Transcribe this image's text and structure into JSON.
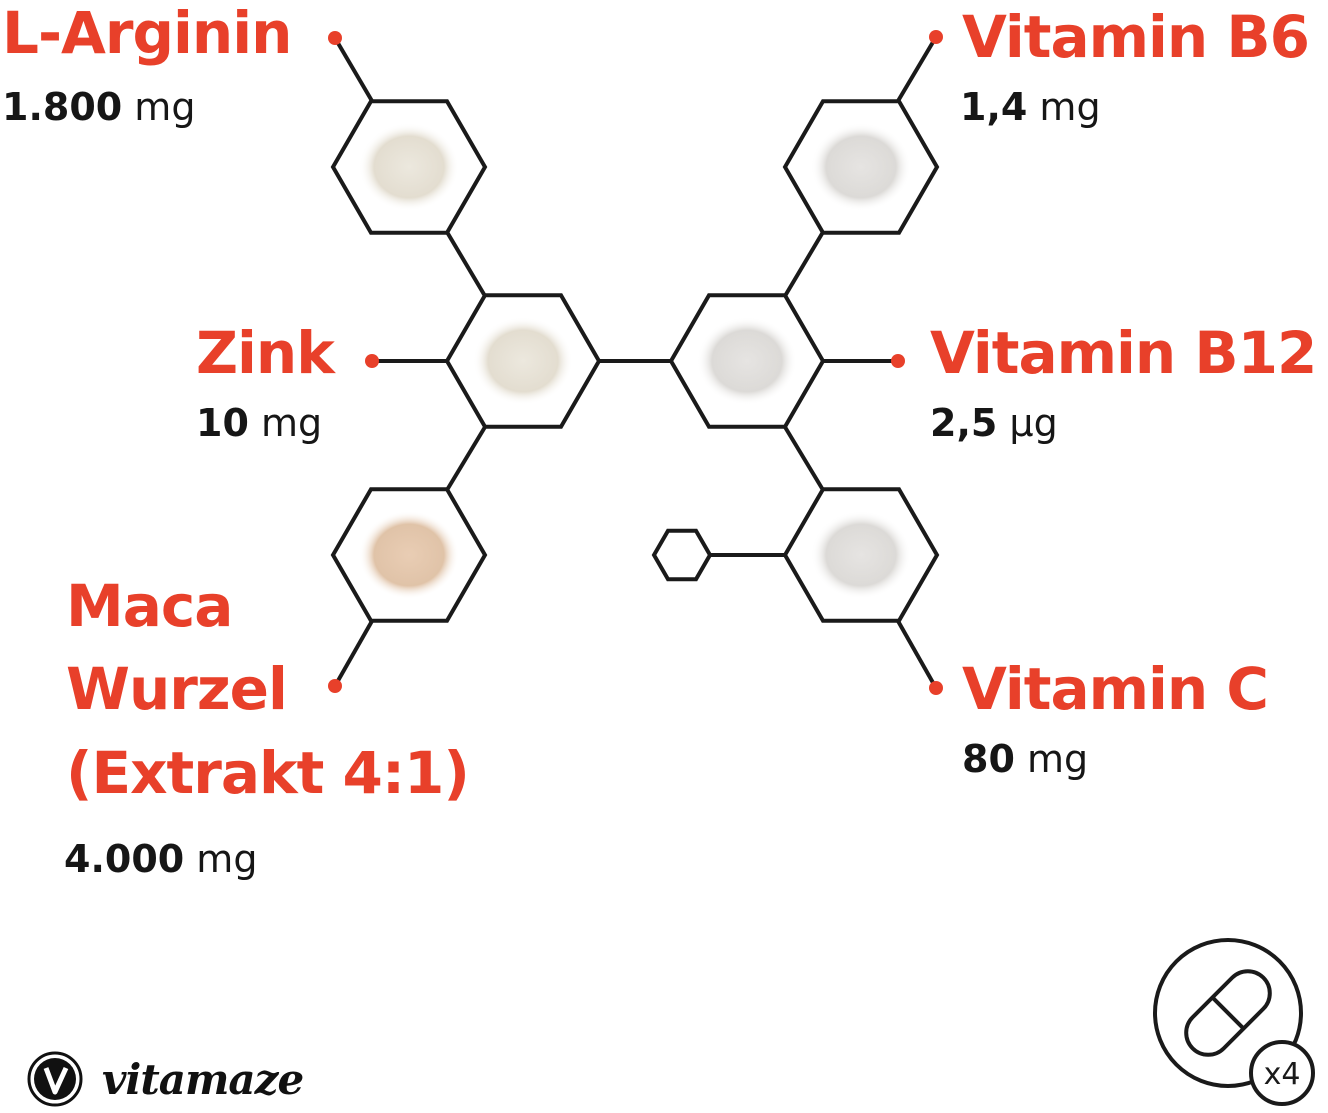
{
  "ingredients": [
    {
      "name": "L-Arginin",
      "amount": "1.800",
      "unit": "mg"
    },
    {
      "name": "Zink",
      "amount": "10",
      "unit": "mg"
    },
    {
      "name": "Maca",
      "name2": "Wurzel",
      "name3": "(Extrakt 4:1)",
      "amount": "4.000",
      "unit": "mg"
    },
    {
      "name": "Vitamin B6",
      "amount": "1,4",
      "unit": "mg"
    },
    {
      "name": "Vitamin B12",
      "amount": "2,5",
      "unit": "µg"
    },
    {
      "name": "Vitamin C",
      "amount": "80",
      "unit": "mg"
    }
  ],
  "brand": {
    "name": "vitamaze",
    "logo_letter": "V"
  },
  "dosage_badge": {
    "label": "x4",
    "icon": "capsule-icon"
  },
  "colors": {
    "accent": "#e8402a",
    "text": "#161616",
    "line": "#1a1a1a"
  }
}
